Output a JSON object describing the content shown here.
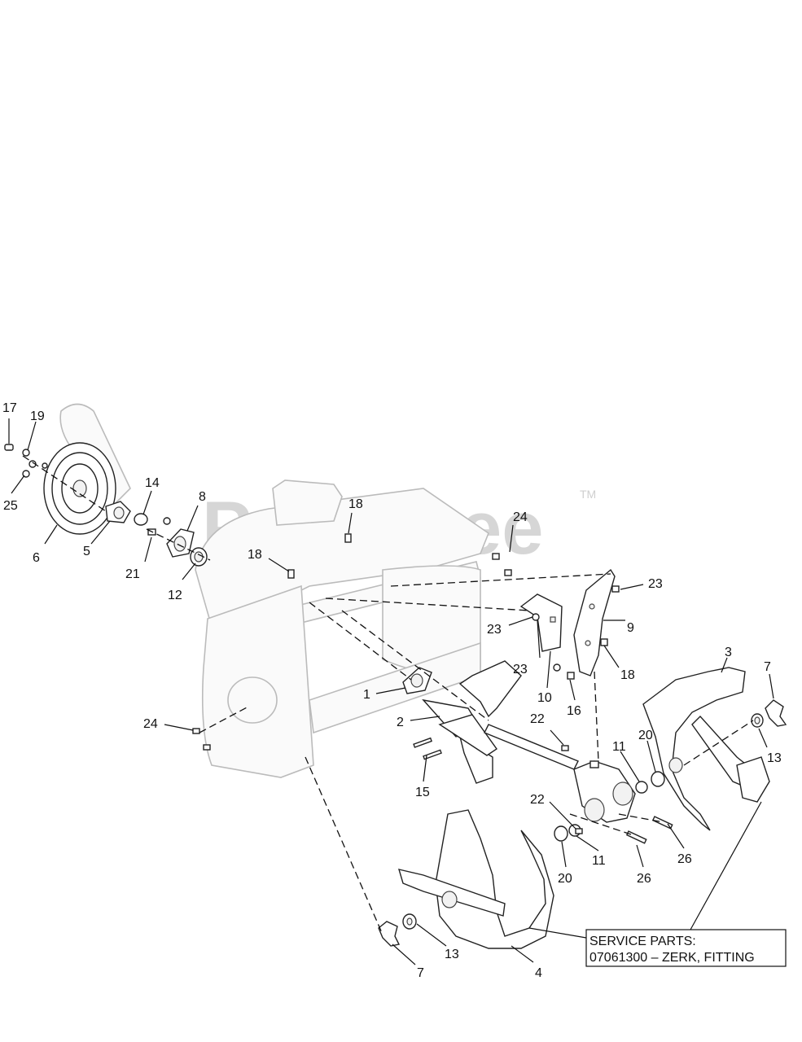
{
  "watermark": {
    "text": "PartsTree",
    "tm": "TM"
  },
  "callouts": [
    "17",
    "19",
    "25",
    "6",
    "5",
    "14",
    "8",
    "21",
    "12",
    "18",
    "18",
    "24",
    "23",
    "23",
    "9",
    "23",
    "10",
    "18",
    "16",
    "1",
    "2",
    "22",
    "15",
    "3",
    "7",
    "13",
    "20",
    "11",
    "22",
    "11",
    "20",
    "26",
    "26",
    "13",
    "7",
    "4",
    "24"
  ],
  "service_box": {
    "line1": "SERVICE PARTS:",
    "line2": "07061300 – ZERK, FITTING"
  }
}
